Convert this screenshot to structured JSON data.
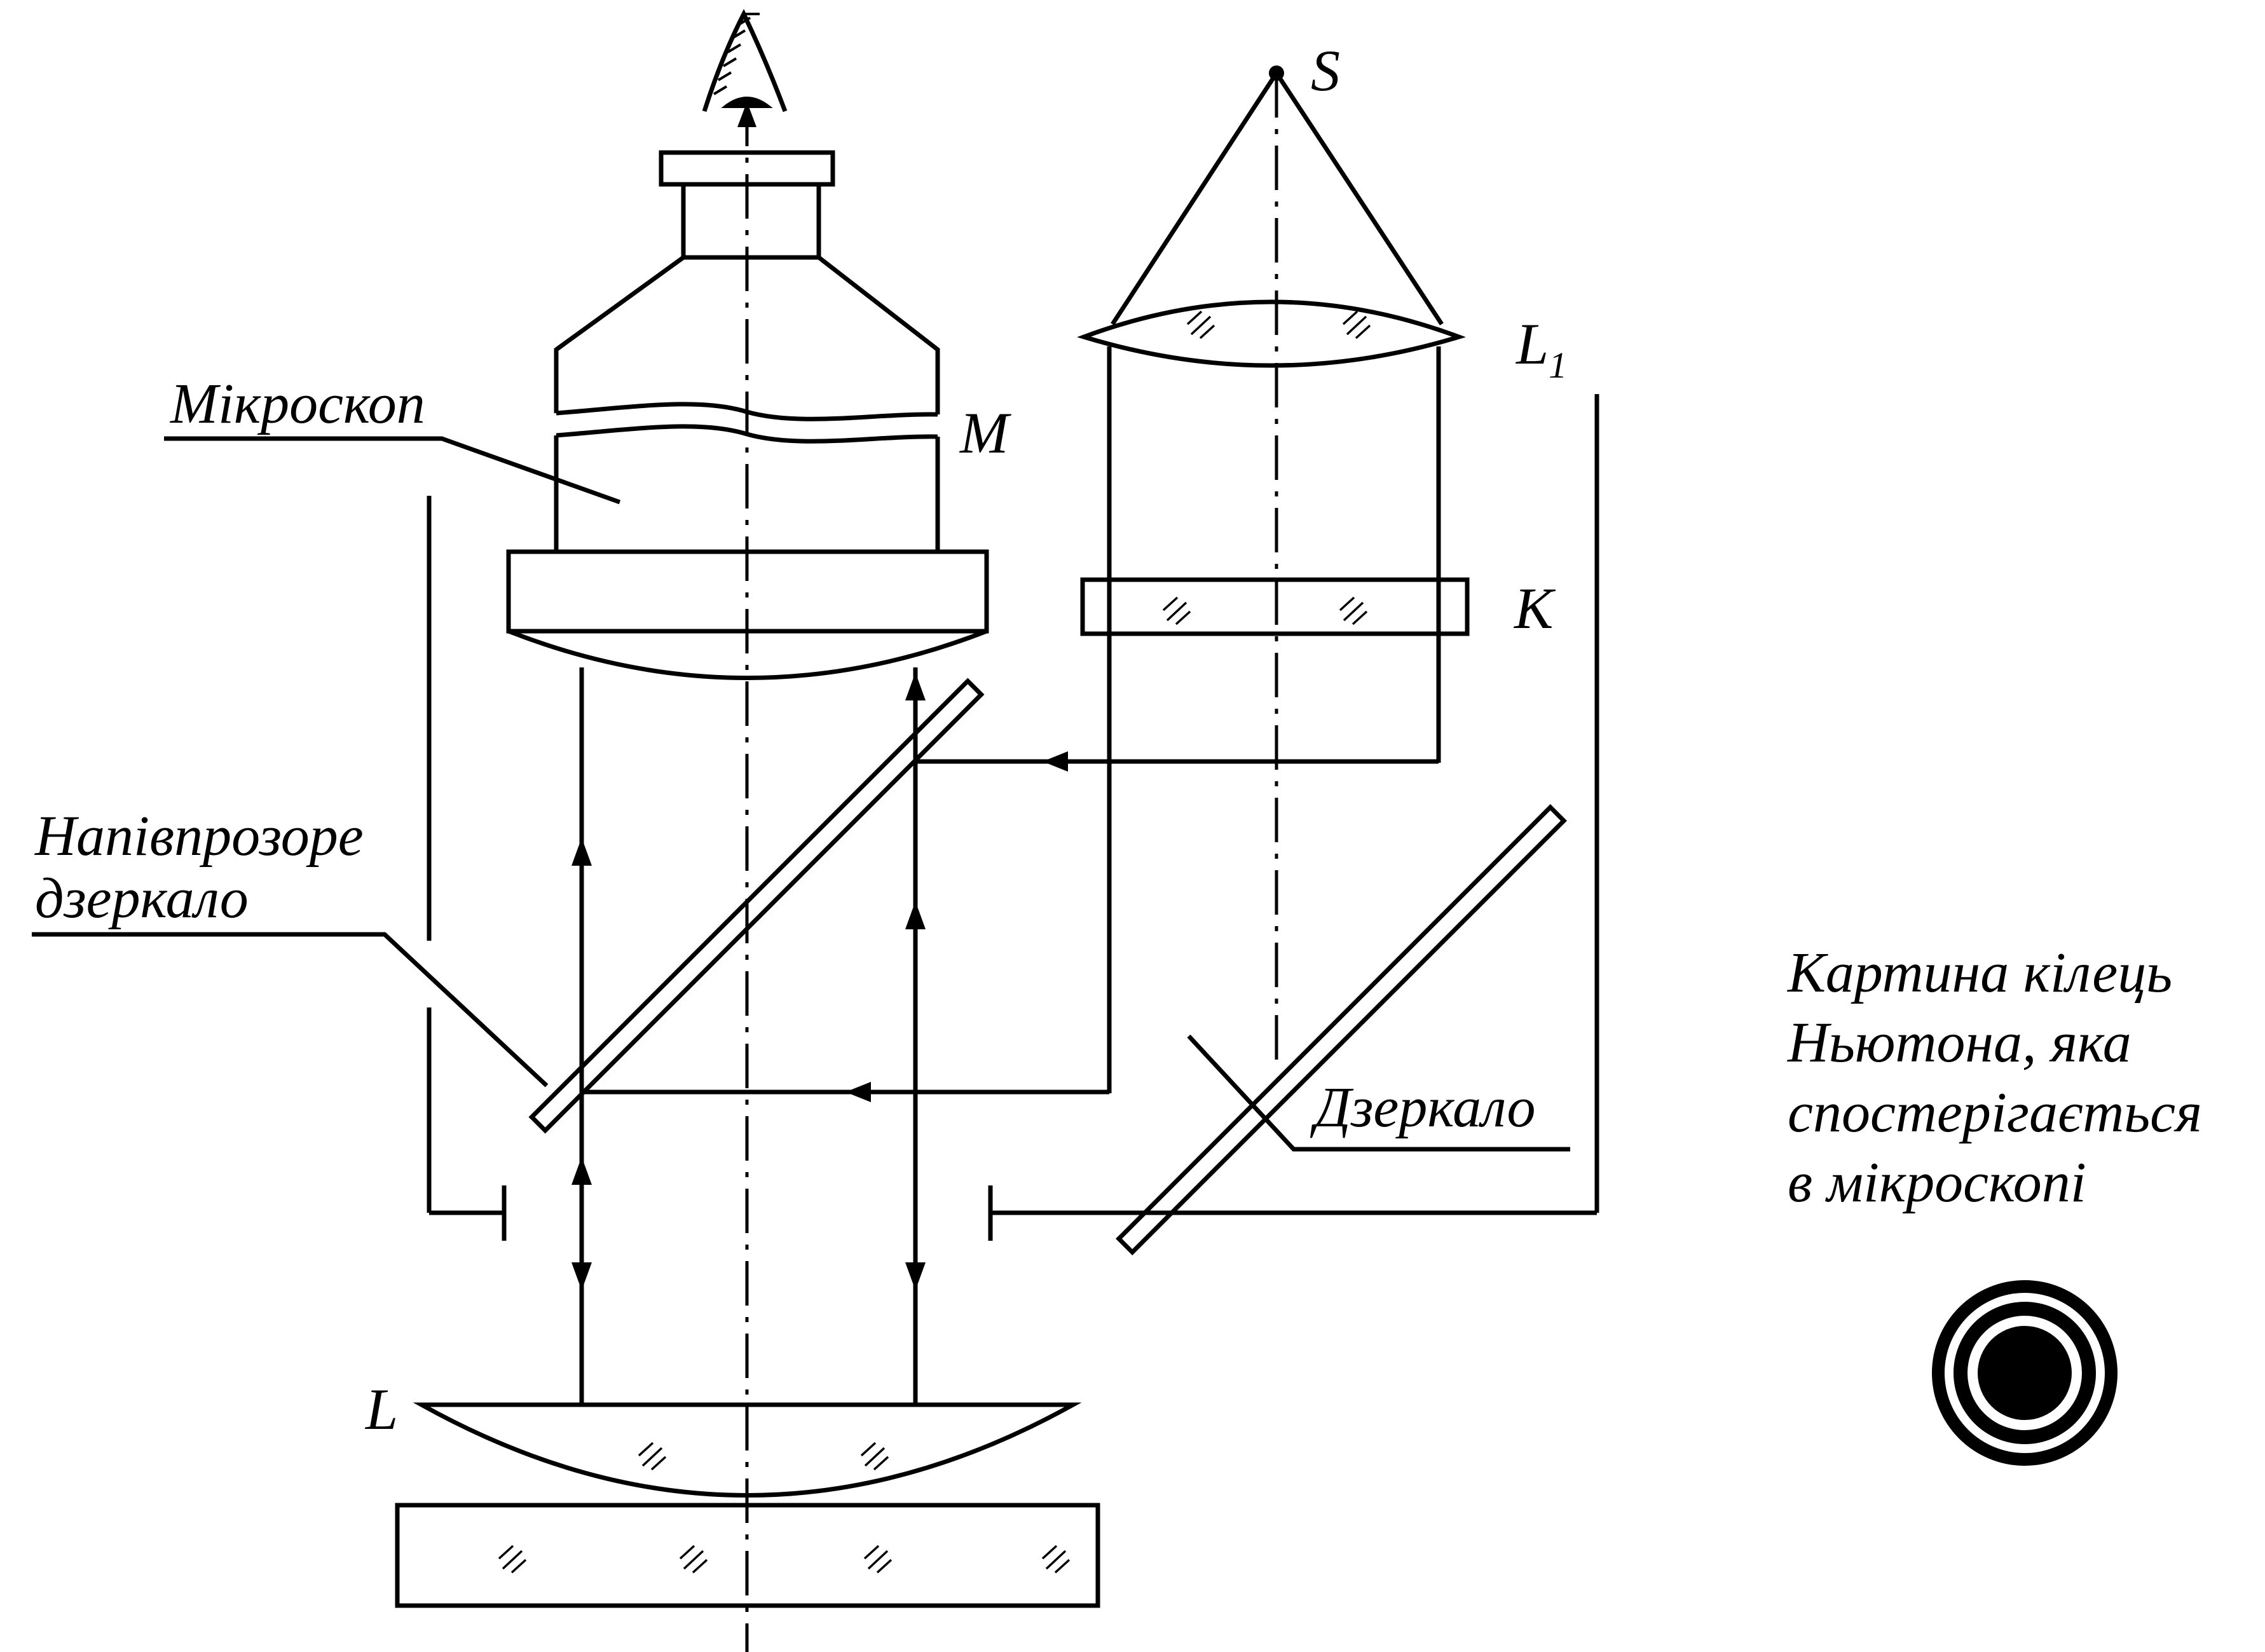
{
  "labels": {
    "source": "S",
    "lens_l1": "L",
    "lens_l1_sub": "1",
    "microscope_m": "M",
    "plate_k": "K",
    "lens_l": "L",
    "microscope": "Мікроскоп",
    "half_mirror_line1": "Напівпрозоре",
    "half_mirror_line2": "дзеркало",
    "mirror": "Дзеркало",
    "caption_line1": "Картина  кілець",
    "caption_line2": "Ньютона, яка",
    "caption_line3": "спостерігається",
    "caption_line4": "в мікроскопі"
  },
  "icons": {
    "eye": "eye-icon",
    "rings": "newton-rings-icon"
  }
}
